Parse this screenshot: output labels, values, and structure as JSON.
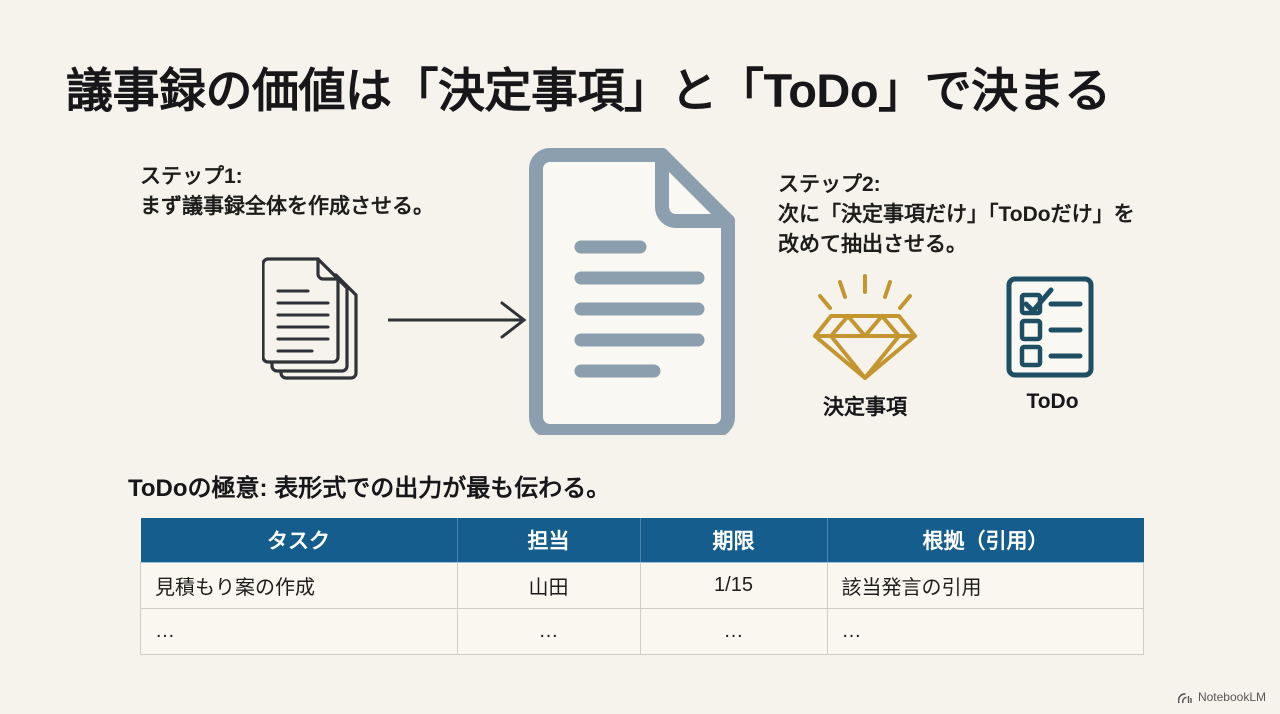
{
  "slide": {
    "title": "議事録の価値は「決定事項」と「ToDo」で決まる",
    "background_color": "#f6f3ed"
  },
  "steps": [
    {
      "id": "step1",
      "label": "ステップ1:",
      "text": "まず議事録全体を作成させる。",
      "full": "ステップ1:\nまず議事録全体を作成させる。"
    },
    {
      "id": "step2",
      "label": "ステップ2:",
      "text": "次に「決定事項だけ」「ToDoだけ」を\n改めて抽出させる。",
      "full": "ステップ2:\n次に「決定事項だけ」「ToDoだけ」を\n改めて抽出させる。"
    }
  ],
  "icons": {
    "doc_stack": "document-stack-icon",
    "arrow": "right-arrow-icon",
    "big_document": "document-icon",
    "diamond": "diamond-icon",
    "checklist": "checklist-icon",
    "brand": "notebooklm-logo-icon"
  },
  "results": [
    {
      "id": "decision",
      "label": "決定事項",
      "icon": "diamond-icon",
      "color": "#c4962f"
    },
    {
      "id": "todo",
      "label": "ToDo",
      "icon": "checklist-icon",
      "color": "#1d4e63"
    }
  ],
  "table_section": {
    "intro": "ToDoの極意: 表形式での出力が最も伝わる。",
    "header_color": "#145d8c",
    "columns": [
      "タスク",
      "担当",
      "期限",
      "根拠（引用）"
    ],
    "rows": [
      [
        "見積もり案の作成",
        "山田",
        "1/15",
        "該当発言の引用"
      ],
      [
        "…",
        "…",
        "…",
        "…"
      ]
    ]
  },
  "watermark": {
    "label": "NotebookLM"
  }
}
